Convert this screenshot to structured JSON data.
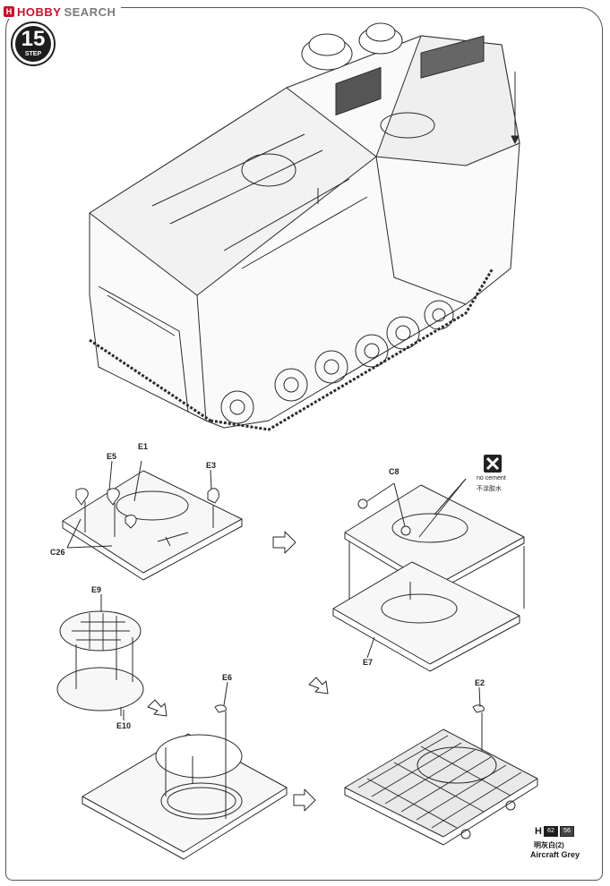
{
  "header": {
    "brand_logo": "H",
    "brand_name": "HOBBY",
    "brand_suffix": "SEARCH"
  },
  "step": {
    "number": "15",
    "label": "STEP"
  },
  "labels": {
    "e1": "E1",
    "e5": "E5",
    "e3": "E3",
    "c26": "C26",
    "c8": "C8",
    "e7": "E7",
    "e9": "E9",
    "e10": "E10",
    "e6": "E6",
    "e2": "E2"
  },
  "no_cement": {
    "en": "no cement",
    "cn": "不涂胶水"
  },
  "paint": {
    "letter": "H",
    "code_a": "62",
    "code_b": "56",
    "cn": "明灰白(2)",
    "en": "Aircraft Grey"
  },
  "colors": {
    "line": "#2a2a2a",
    "panel": "#f5f5f5",
    "brand_red": "#c8102e",
    "black": "#1d1d1d"
  }
}
